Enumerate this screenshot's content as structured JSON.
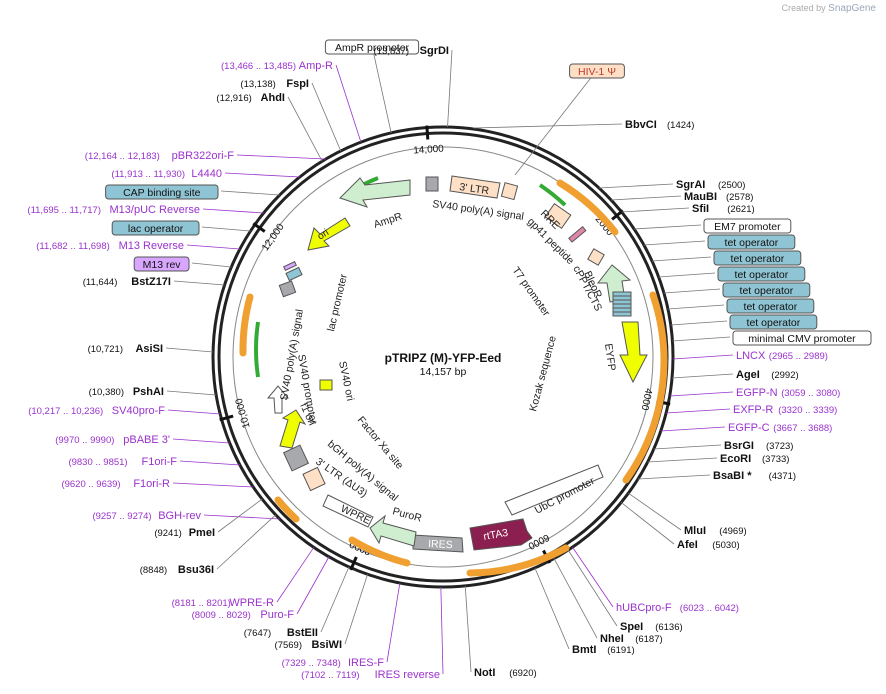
{
  "header": {
    "credit": "Created by",
    "brand": "SnapGene"
  },
  "plasmid": {
    "name": "pTRIPZ (M)-YFP-Eed",
    "length": "14,157 bp"
  },
  "colors": {
    "primer": "#9a32cd",
    "orange": "#f0a030",
    "feature_green": "#cfeecf",
    "operator_fill": "#8fc4d4",
    "ires_fill": "#a7a9ac",
    "rtta3_fill": "#8b1f4f",
    "yellow": "#f0ff00"
  },
  "ticks": [
    {
      "label": "14,000",
      "bp": 14000
    },
    {
      "label": "2000",
      "bp": 2000
    },
    {
      "label": "4000",
      "bp": 4000
    },
    {
      "label": "6000",
      "bp": 6000
    },
    {
      "label": "8000",
      "bp": 8000
    },
    {
      "label": "10,000",
      "bp": 10000
    },
    {
      "label": "12,000",
      "bp": 12000
    }
  ],
  "right_labels": [
    {
      "name": "BbvCI",
      "pos": "(1424)",
      "kind": "enzyme"
    },
    {
      "name": "SgrAI",
      "pos": "(2500)",
      "kind": "enzyme"
    },
    {
      "name": "MauBI",
      "pos": "(2578)",
      "kind": "enzyme"
    },
    {
      "name": "SfiI",
      "pos": "(2621)",
      "kind": "enzyme"
    },
    {
      "name": "EM7 promoter",
      "pos": "",
      "kind": "box"
    },
    {
      "name": "tet operator",
      "pos": "",
      "kind": "op"
    },
    {
      "name": "tet operator",
      "pos": "",
      "kind": "op"
    },
    {
      "name": "tet operator",
      "pos": "",
      "kind": "op"
    },
    {
      "name": "tet operator",
      "pos": "",
      "kind": "op"
    },
    {
      "name": "tet operator",
      "pos": "",
      "kind": "op"
    },
    {
      "name": "tet operator",
      "pos": "",
      "kind": "op"
    },
    {
      "name": "minimal CMV promoter",
      "pos": "",
      "kind": "box"
    },
    {
      "name": "LNCX",
      "pos": "(2965 .. 2989)",
      "kind": "primer"
    },
    {
      "name": "AgeI",
      "pos": "(2992)",
      "kind": "enzyme"
    },
    {
      "name": "EGFP-N",
      "pos": "(3059 .. 3080)",
      "kind": "primer"
    },
    {
      "name": "EXFP-R",
      "pos": "(3320 .. 3339)",
      "kind": "primer"
    },
    {
      "name": "EGFP-C",
      "pos": "(3667 .. 3688)",
      "kind": "primer"
    },
    {
      "name": "BsrGI",
      "pos": "(3723)",
      "kind": "enzyme"
    },
    {
      "name": "EcoRI",
      "pos": "(3733)",
      "kind": "enzyme"
    },
    {
      "name": "BsaBI *",
      "pos": "(4371)",
      "kind": "enzyme"
    },
    {
      "name": "MluI",
      "pos": "(4969)",
      "kind": "enzyme"
    },
    {
      "name": "AfeI",
      "pos": "(5030)",
      "kind": "enzyme"
    },
    {
      "name": "hUBCpro-F",
      "pos": "(6023 .. 6042)",
      "kind": "primer"
    },
    {
      "name": "SpeI",
      "pos": "(6136)",
      "kind": "enzyme"
    },
    {
      "name": "NheI",
      "pos": "(6187)",
      "kind": "enzyme"
    },
    {
      "name": "BmtI",
      "pos": "(6191)",
      "kind": "enzyme"
    },
    {
      "name": "NotI",
      "pos": "(6920)",
      "kind": "enzyme"
    }
  ],
  "left_labels": [
    {
      "name": "AmpR promoter",
      "pos": "",
      "kind": "box"
    },
    {
      "name": "SgrDI",
      "pos": "(13,837)",
      "kind": "enzyme"
    },
    {
      "name": "HIV-1 Ψ",
      "pos": "",
      "kind": "hiv"
    },
    {
      "name": "Amp-R",
      "pos": "(13,466 .. 13,485)",
      "kind": "primer"
    },
    {
      "name": "FspI",
      "pos": "(13,138)",
      "kind": "enzyme"
    },
    {
      "name": "AhdI",
      "pos": "(12,916)",
      "kind": "enzyme"
    },
    {
      "name": "pBR322ori-F",
      "pos": "(12,164 .. 12,183)",
      "kind": "primer"
    },
    {
      "name": "L4440",
      "pos": "(11,913 .. 11,930)",
      "kind": "primer"
    },
    {
      "name": "CAP binding site",
      "pos": "",
      "kind": "op"
    },
    {
      "name": "M13/pUC Reverse",
      "pos": "(11,695 .. 11,717)",
      "kind": "primer"
    },
    {
      "name": "lac operator",
      "pos": "",
      "kind": "op"
    },
    {
      "name": "M13 Reverse",
      "pos": "(11,682 .. 11,698)",
      "kind": "primer"
    },
    {
      "name": "M13 rev",
      "pos": "",
      "kind": "m13"
    },
    {
      "name": "BstZ17I",
      "pos": "(11,644)",
      "kind": "enzyme"
    },
    {
      "name": "AsiSI",
      "pos": "(10,721)",
      "kind": "enzyme"
    },
    {
      "name": "PshAI",
      "pos": "(10,380)",
      "kind": "enzyme"
    },
    {
      "name": "SV40pro-F",
      "pos": "(10,217 .. 10,236)",
      "kind": "primer"
    },
    {
      "name": "pBABE 3'",
      "pos": "(9970 .. 9990)",
      "kind": "primer"
    },
    {
      "name": "F1ori-F",
      "pos": "(9830 .. 9851)",
      "kind": "primer"
    },
    {
      "name": "F1ori-R",
      "pos": "(9620 .. 9639)",
      "kind": "primer"
    },
    {
      "name": "BGH-rev",
      "pos": "(9257 .. 9274)",
      "kind": "primer"
    },
    {
      "name": "PmeI",
      "pos": "(9241)",
      "kind": "enzyme"
    },
    {
      "name": "Bsu36I",
      "pos": "(8848)",
      "kind": "enzyme"
    },
    {
      "name": "WPRE-R",
      "pos": "(8181 .. 8201)",
      "kind": "primer"
    },
    {
      "name": "Puro-F",
      "pos": "(8009 .. 8029)",
      "kind": "primer"
    },
    {
      "name": "BstEII",
      "pos": "(7647)",
      "kind": "enzyme"
    },
    {
      "name": "BsiWI",
      "pos": "(7569)",
      "kind": "enzyme"
    },
    {
      "name": "IRES-F",
      "pos": "(7329 .. 7348)",
      "kind": "primer"
    },
    {
      "name": "IRES reverse",
      "pos": "(7102 .. 7119)",
      "kind": "primer"
    }
  ],
  "feature_labels": {
    "ampr": "AmpR",
    "ori": "ori",
    "ltr3": "3' LTR",
    "sv40polya": "SV40 poly(A) signal",
    "rre": "RRE",
    "gp41": "gp41 peptide",
    "t7": "T7 promoter",
    "cppt": "cPPT/CTS",
    "bleor": "BleoR",
    "eyfp": "EYFP",
    "kozak": "Kozak sequence",
    "lacpro": "lac promoter",
    "sv40polya_left": "SV40 poly(A) signal",
    "sv40pro": "SV40 promoter",
    "sv40ori": "SV40 ori",
    "f1ori": "f1 ori",
    "factorxa": "Factor Xa site",
    "bgh": "bGH poly(A) signal",
    "ltr3d": "3' LTR (ΔU3)",
    "wpre": "WPRE",
    "puror": "PuroR",
    "ires": "IRES",
    "rtta3": "rtTA3",
    "ubc": "UbC promoter"
  }
}
